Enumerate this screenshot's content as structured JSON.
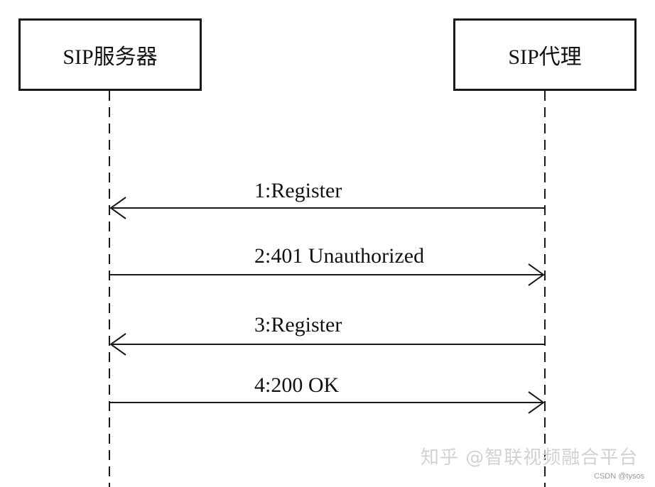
{
  "diagram": {
    "participants": [
      {
        "id": "server",
        "label": "SIP服务器"
      },
      {
        "id": "proxy",
        "label": "SIP代理"
      }
    ],
    "messages": [
      {
        "from": "proxy",
        "to": "server",
        "label": "1:Register"
      },
      {
        "from": "server",
        "to": "proxy",
        "label": "2:401 Unauthorized"
      },
      {
        "from": "proxy",
        "to": "server",
        "label": "3:Register"
      },
      {
        "from": "server",
        "to": "proxy",
        "label": "4:200 OK"
      }
    ]
  },
  "watermark": "知乎 @智联视频融合平台",
  "credit": "CSDN @tysos",
  "colors": {
    "line": "#1a1a1a",
    "text": "#111111",
    "watermark": "#d2d2d2",
    "background": "#ffffff"
  }
}
